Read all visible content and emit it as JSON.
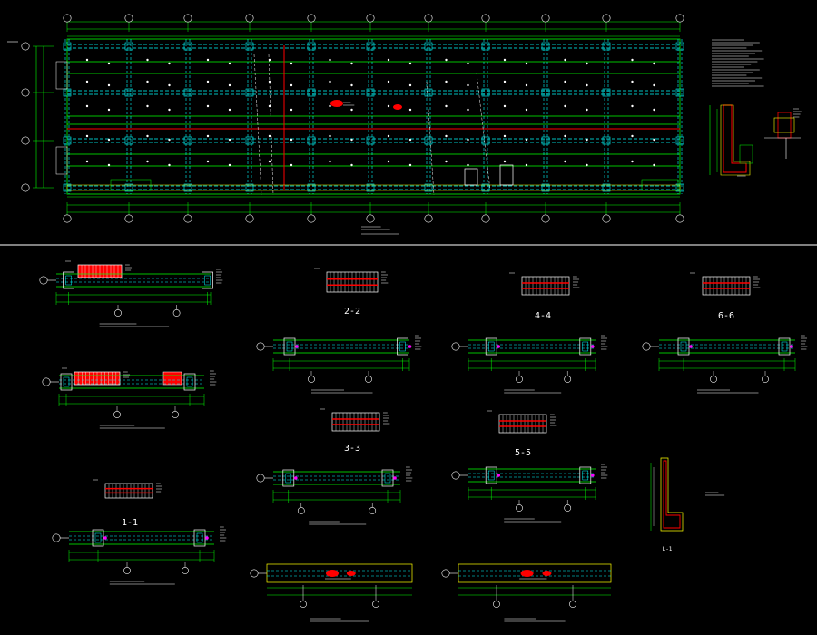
{
  "section_titles": {
    "s1": "1-1",
    "s2": "2-2",
    "s3": "3-3",
    "s4": "4-4",
    "s5": "5-5",
    "s6": "6-6",
    "l1": "L-1"
  },
  "colors": {
    "background": "#000000",
    "structure_green": "#00ff00",
    "grid_cyan": "#00ffff",
    "main_beam_red": "#ff0000",
    "annotation_white": "#ffffff",
    "highlight_magenta": "#ff00ff",
    "accent_yellow": "#ffff00"
  }
}
